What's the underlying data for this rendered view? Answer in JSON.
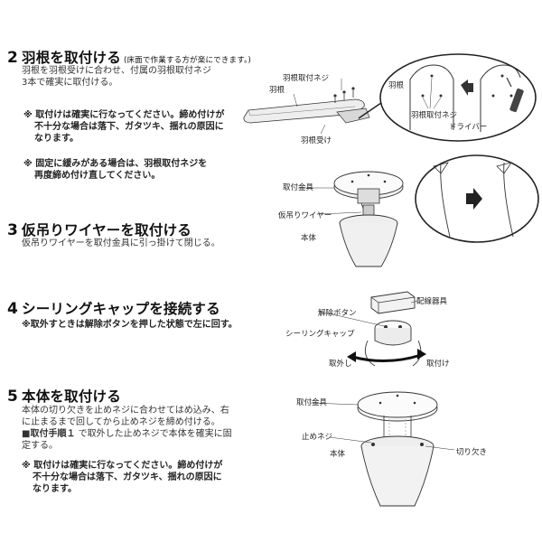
{
  "step2": {
    "number": "2",
    "title": "羽根を取付ける",
    "subtitle": "(床面で作業する方が楽にできます。)",
    "body": [
      "羽根を羽根受けに合わせ、付属の羽根取付ネジ",
      "3本で確実に取付ける。"
    ],
    "note1": [
      "※ 取付けは確実に行なってください。締め付けが",
      "不十分な場合は落下、ガタツキ、揺れの原因に",
      "なります。"
    ],
    "note2": [
      "※ 固定に緩みがある場合は、羽根取付ネジを",
      "再度締め付け直してください。"
    ],
    "labels": {
      "blade": "羽根",
      "blade_screw": "羽根取付ネジ",
      "blade_holder": "羽根受け",
      "blade_circle": "羽根",
      "blade_screw_circle": "羽根取付ネジ",
      "driver": "ドライバー"
    }
  },
  "step3": {
    "number": "3",
    "title": "仮吊りワイヤーを取付ける",
    "body": "仮吊りワイヤーを取付金具に引っ掛けて閉じる。",
    "labels": {
      "mount": "取付金具",
      "wire": "仮吊りワイヤー",
      "main": "本体"
    }
  },
  "step4": {
    "number": "4",
    "title": "シーリングキャップを接続する",
    "note": "※取外すときは解除ボタンを押した状態で左に回す。",
    "labels": {
      "release": "解除ボタン",
      "wiring": "配線器具",
      "cap": "シーリングキャップ",
      "remove": "取外し",
      "attach": "取付け"
    }
  },
  "step5": {
    "number": "5",
    "title": "本体を取付ける",
    "body": [
      "本体の切り欠きを止めネジに合わせてはめ込み、右",
      "に止まるまで回してから止めネジを締め付ける。"
    ],
    "body_bold_prefix": "■取付手順１",
    "body_bold_rest": " で取外した止めネジで本体を確実に固",
    "body_last": "定する。",
    "note": [
      "※ 取付けは確実に行なってください。締め付けが",
      "不十分な場合は落下、ガタツキ、揺れの原因に",
      "なります。"
    ],
    "labels": {
      "mount": "取付金具",
      "stop_screw": "止めネジ",
      "main": "本体",
      "notch": "切り欠き"
    }
  }
}
